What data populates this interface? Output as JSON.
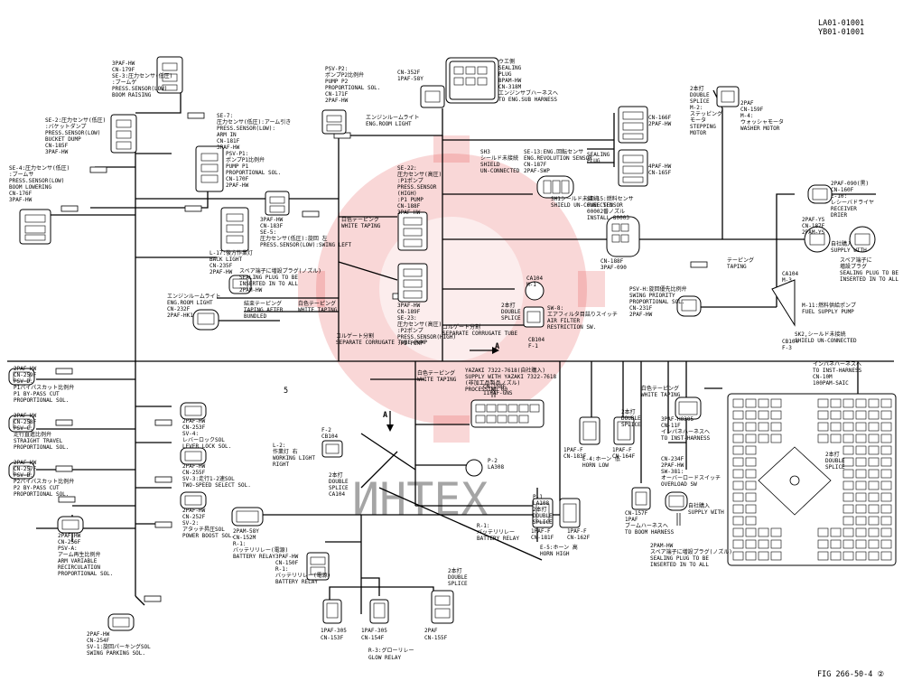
{
  "header": {
    "code1": "LA01-01001",
    "code2": "YB01-01001"
  },
  "footer": {
    "fig": "FIG 266-50-4 ②"
  },
  "watermark": {
    "brand": "ИНТЕХ"
  },
  "arrows": {
    "a_right": "A",
    "a_down": "A"
  },
  "misc": {
    "five": "5"
  },
  "labels": {
    "se3": [
      "3PAF-HW",
      "CN-179F",
      "SE-3:圧力センサ(低圧)",
      ":ブームゲ",
      "PRESS.SENSOR(LOW)",
      "BOOM RAISING"
    ],
    "se2": [
      "SE-2:圧力センサ(低圧)",
      ":バケットダンプ",
      "PRESS.SENSOR(LOW)",
      "BUCKET DUMP",
      "CN-185F",
      "3PAF-HW"
    ],
    "se4": [
      "SE-4:圧力センサ(低圧)",
      ":ブームサ",
      "PRESS.SENSOR(LOW)",
      "BOOM LOWERING",
      "CN-176F",
      "3PAF-HW"
    ],
    "se7": [
      "SE-7:",
      "圧力センサ(低圧):アーム引き",
      "PRESS.SENSOR(LOW):",
      "ARM IN",
      "CN-181F",
      "3PAF-HW"
    ],
    "psvp1": [
      "PSV-P1:",
      "ポンプP1比例弁",
      "PUMP P1",
      "PROPORTIONAL SOL.",
      "CN-170F",
      "2PAF-HW"
    ],
    "psvp2": [
      "PSV-P2:",
      "ポンプP2比例弁",
      "PUMP P2",
      "PROPORTIONAL SOL.",
      "CN-171F",
      "2PAF-HW"
    ],
    "cn352": [
      "CN-352F",
      "1PAF-58Y"
    ],
    "eng_hn": [
      "ウエ側",
      "SEALING",
      "PLUG",
      "8PAM-HW",
      "CN-318M",
      "エンジンサブハーネスへ",
      "TO ENG.SUB HARNESS"
    ],
    "eng_room_light_top": [
      "エンジンルームライト",
      "ENG.ROOM LIGHT"
    ],
    "sh3": [
      "SH3",
      "シールド未接続",
      "SHIELD",
      "UN-CONNECTED"
    ],
    "se13": [
      "SE-13:ENG.回転センサ",
      "ENG.REVOLUTION SENSOR",
      "CN-187F",
      "2PAF-SWP"
    ],
    "sh1": [
      "SH1シールド未接続",
      "SHIELD UN-CONNECTED"
    ],
    "se22": [
      "SE-22:",
      "圧力センサ(高圧)",
      ":P1ポンプ",
      "PRESS.SENSOR",
      "(HIGH)",
      ":P1 PUMP",
      "CN-188F",
      "3PAF-HW"
    ],
    "se5": [
      "3PAF-HW",
      "CN-183F",
      "SE-5:",
      "圧力センサ(低圧):旋回 左",
      "PRESS.SENSOR(LOW):SWING LEFT"
    ],
    "l17": [
      "L-17:後方作業灯",
      "BACK LIGHT",
      "CN-235F",
      "2PAF-HW"
    ],
    "plug1": [
      "スペア端子に増設プラグ(ノズル)",
      "SEALING PLUG TO BE",
      "INSERTED IN TO ALL",
      "2PAM-HW"
    ],
    "taping1": [
      "白色テーピング",
      "WHITE TAPING"
    ],
    "eng_room_light_left": [
      "エンジンルームライト",
      "ENG.ROOM LIGHT",
      "CN-232F",
      "2PAF-HK1"
    ],
    "bundle": [
      "結束テーピング",
      "TAPING AFTER",
      "BUNDLED"
    ],
    "white_taping2": [
      "白色テーピング",
      "WHITE TAPING"
    ],
    "se23": [
      "3PAF-HW",
      "CN-189F",
      "SE-23:",
      "圧力センサ(高圧)",
      ":P2ポンプ",
      "PRESS.SENSOR(HIGH)",
      ":P2 PUMP"
    ],
    "corr1": [
      "コルゲート分割",
      "SEPARATE CORRUGATE TUBE PUMP"
    ],
    "corr2": [
      "コルゲート分割",
      "SEPARATE CORRUGATE TUBE"
    ],
    "ca104_a": [
      "CA104",
      "M-1"
    ],
    "splice": [
      "2本打",
      "DOUBLE",
      "SPLICE"
    ],
    "sw8": [
      "SW-8:",
      "エアフィルタ目詰りスイッチ",
      "AIR FILTER",
      "RESTRICTION SW."
    ],
    "cb104_f1": [
      "CB104",
      "F-1"
    ],
    "m2": [
      "2本打",
      "DOUBLE",
      "SPLICE",
      "M-2:",
      "ステッピング",
      "モータ",
      "STEPPING",
      "MOTOR"
    ],
    "m4": [
      "2PAF",
      "CN-159F",
      "M-4:",
      "ウォッシャモータ",
      "WASHER MOTOR"
    ],
    "cn166": [
      "CN-166F",
      "2PAF-HW"
    ],
    "cn165": [
      "4PAF-HW",
      "CN-165F"
    ],
    "sealing_plug2": [
      "SEALING",
      "PLUG"
    ],
    "se15": [
      "SE-15:燃料センサ",
      "FUEL SENSOR",
      "00002番ノズル",
      "INSTALL 80003"
    ],
    "cn188f": [
      "CN-188F",
      "3PAF-090"
    ],
    "e10": [
      "2PAF-090(黒)",
      "CN-160F",
      "E-10:",
      "レシーバドライヤ",
      "RECEIVER",
      "DRIER"
    ],
    "cn187": [
      "2PAF-YS",
      "CN-187F",
      "2PAM-YS"
    ],
    "supply": [
      "自社購入",
      "SUPPLY WITH"
    ],
    "plug2": [
      "スペア端子に",
      "増設プラグ",
      "SEALING PLUG TO BE",
      "INSERTED IN TO ALL"
    ],
    "taping_tr": [
      "テーピング",
      "TAPING"
    ],
    "m3": [
      "CA104",
      "M-3"
    ],
    "m11": [
      "M-11:燃料供給ポンプ",
      "FUEL SUPPLY PUMP"
    ],
    "cb104_f3": [
      "CB104",
      "F-3"
    ],
    "sk2": [
      "SK2,シールド未接続",
      "SHIELD UN-CONNECTED"
    ],
    "psvh": [
      "PSV-H:旋回優先比例弁",
      "SWING PRIORITY",
      "PROPORTIONAL SOL.",
      "CN-231F",
      "2PAF-HW"
    ],
    "inst": [
      "インパネハーネスへ",
      "TO INST-HARNESS",
      "CN-10M",
      "100PAM-SAIC"
    ],
    "yazaki": [
      "YAZAKI 7322-7618(自社購入)",
      "SUPPLY WITH YAZAKI 7322-7618",
      "(非加工品製品ノズル)",
      "PROCESSING 00"
    ],
    "cn158": [
      "CN-158F",
      "11PAF-GNS"
    ],
    "white_taping3": [
      "白色テーピング",
      "WHITE TAPING"
    ],
    "psvd": [
      "2PAF-HW",
      "CN-259F",
      "PSV-D:",
      "P1バイパスカット比例弁",
      "P1 BY-PASS CUT",
      "PROPORTIONAL SOL."
    ],
    "psvc": [
      "2PAF-HW",
      "CN-258F",
      "PSV-C:",
      "走行直進比例弁",
      "STRAIGHT TRAVEL",
      "PROPORTIONAL SOL."
    ],
    "psvb": [
      "2PAF-HW",
      "CN-257F",
      "PSV-B:",
      "P2バイパスカット比例弁",
      "P2 BY-PASS CUT",
      "PROPORTIONAL SOL."
    ],
    "psva": [
      "2PAF-HW",
      "CN-256F",
      "PSV-A:",
      "アーム再生比例弁",
      "ARM VARIABLE",
      "RECIRCULATION",
      "PROPORTIONAL SOL."
    ],
    "sv4": [
      "2PAF-HW",
      "CN-253F",
      "SV-4:",
      "レバーロックSOL",
      "LEVER LOCK SOL."
    ],
    "sv3": [
      "2PAF-HW",
      "CN-255F",
      "SV-3:走行1-2速SOL",
      "TWO-SPEED SELECT SOL."
    ],
    "sv2": [
      "2PAF-HW",
      "CN-252F",
      "SV-2:",
      "アタッチ昇圧SOL",
      "POWER BOOST SOL."
    ],
    "sv1": [
      "2PAF-HW",
      "CN-254F",
      "SV-1:旋回パーキングSOL",
      "SWING PARKING SOL."
    ],
    "f2": [
      "F-2",
      "CB104"
    ],
    "l2": [
      "L-2:",
      "作業灯 右",
      "WORKING LIGHT",
      "RIGHT"
    ],
    "ca104_m2": [
      "2本打",
      "DOUBLE",
      "SPLICE",
      "CA104"
    ],
    "p2": [
      "P-2",
      "LA308"
    ],
    "cn152": [
      "2PAM-58Y",
      "CN-152M",
      "R-1:",
      "バッテリリレー(電源)",
      "BATTERY RELAY"
    ],
    "cn150": [
      "3PAF-HW",
      "CN-150F",
      "R-1:",
      "バッテリリレー(電源)",
      "BATTERY RELAY"
    ],
    "p1": [
      "P-1",
      "LA108",
      "2本打",
      "DOUBLE",
      "SPLICE"
    ],
    "r1b": [
      "R-1:",
      "バッテリリレー",
      "BATTERY RELAY"
    ],
    "cn181": [
      "1PAF-F",
      "CN-181F"
    ],
    "cn162": [
      "1PAF-F",
      "CN-162F"
    ],
    "e5": [
      "E-5:ホーン 高",
      "HORN HIGH"
    ],
    "cn183": [
      "1PAF-F",
      "CN-183F"
    ],
    "cn164": [
      "1PAF-F",
      "CN-164F"
    ],
    "e4": [
      "E-4:ホーン 低",
      "HORN LOW"
    ],
    "splice_e4": [
      "2本打",
      "DOUBLE",
      "SPLICE"
    ],
    "cn157": [
      "CN-157F",
      "1PAF",
      "ブームハーネスへ",
      "TO BOOM HARNESS"
    ],
    "white_taping4": [
      "白色テーピング",
      "WHITE TAPING"
    ],
    "cn11": [
      "3PAF-H0305",
      "CN-11F",
      "インパネハーネスへ",
      "TO INST-HARNESS"
    ],
    "sw381": [
      "CN-234F",
      "2PAF-HW",
      "SW-381:",
      "オーバーロードスイッチ",
      "OVERLOAD SW"
    ],
    "supply2": [
      "自社購入",
      "SUPPLY WITH"
    ],
    "plug3": [
      "2PAM-HW",
      "スペア端子に増設プラグ(ノズル)",
      "SEALING PLUG TO BE",
      "INSERTED IN TO ALL"
    ],
    "splice_big": [
      "2本打",
      "DOUBLE",
      "SPLICE"
    ],
    "glow": [
      "1PAF-305",
      "CN-153F",
      "1PAF-305",
      "CN-154F",
      "2PAF",
      "CN-155F",
      "R-3:グローリレー",
      "GLOW RELAY"
    ],
    "splice_glow": [
      "2本打",
      "DOUBLE",
      "SPLICE"
    ]
  }
}
